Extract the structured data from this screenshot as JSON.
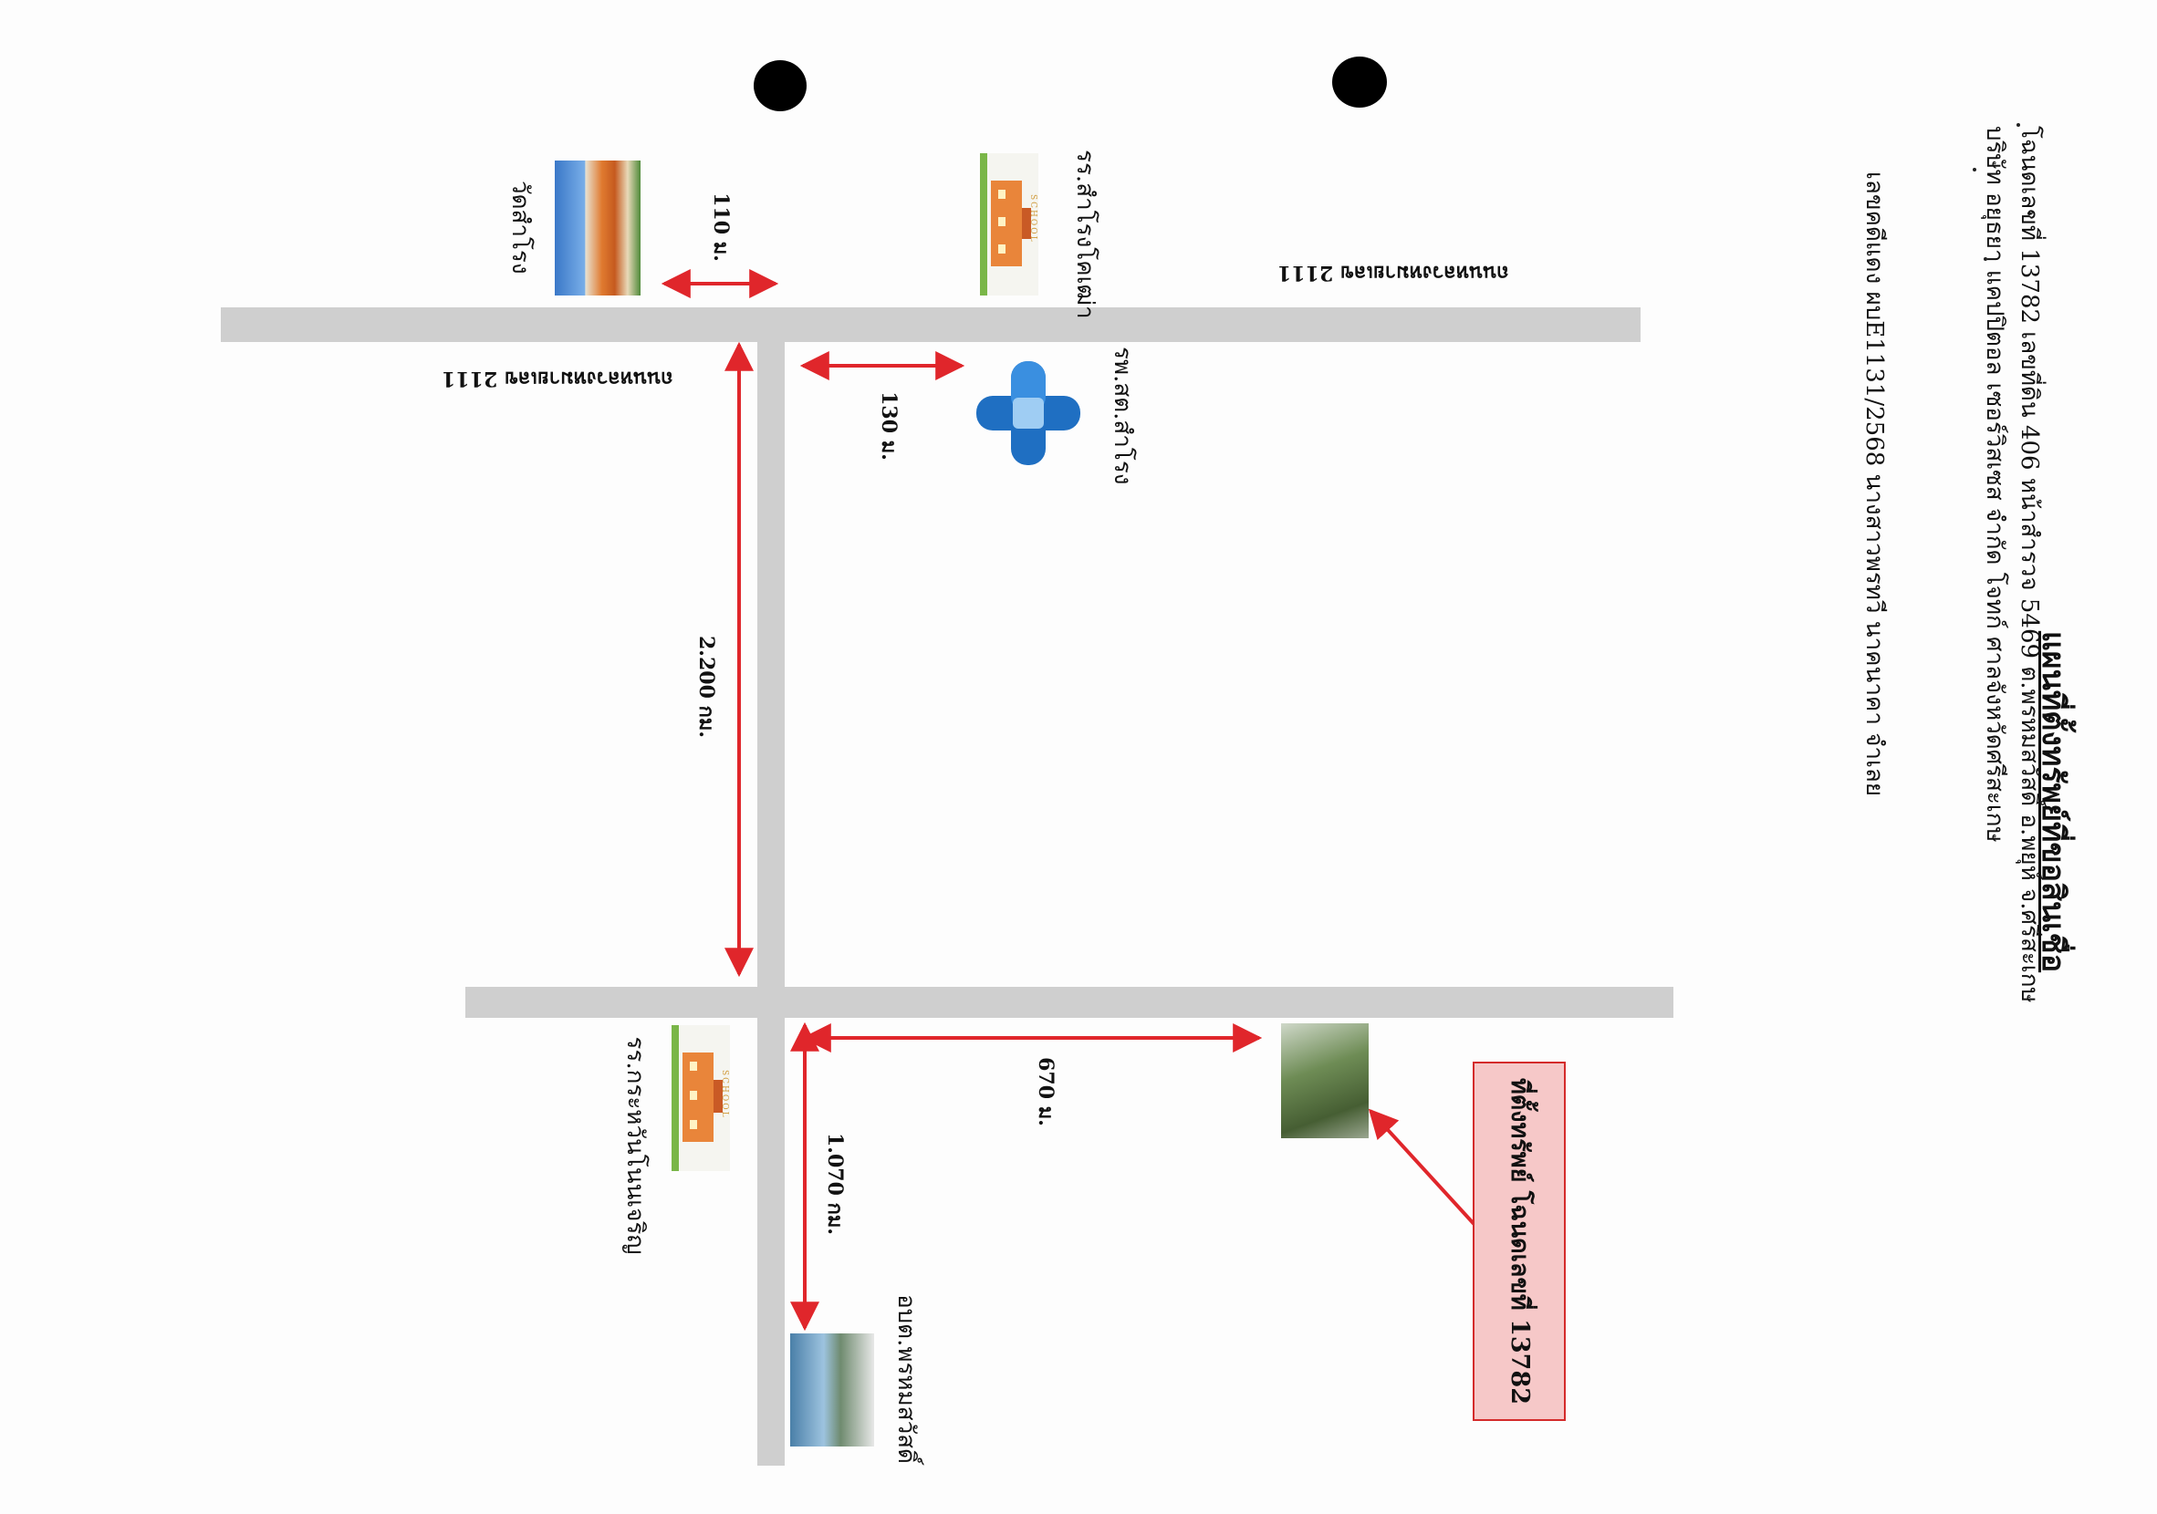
{
  "map_title": "แผนที่ตั้งทรัพย์ที่ขอสินเชื่อ",
  "info": {
    "line1": "โฉนดเลขที่ 13782 เลขที่ดิน 406 หน้าสำรวจ 5469 ต.พรหมสวัสดิ์ อ.พยุห์ จ.ศรีสะเกษ",
    "line2": "บริษัท อยุธยา แคปปิตอล เซอร์วิสเซส จำกัด  โจทก์ ศาลจังหวัดศรีสะเกษ",
    "line3": "เลขคดีแดง ผบE1131/2568  นางสาวพรทวี นาคนาคา  จำเลย"
  },
  "roads": {
    "top_road_label": "ถนนหลวงหมายเลข 2111",
    "left_road_label": "ถนนหลวงหมายเลข 2111"
  },
  "places": {
    "school_1": "รร.สำโรงโคเฒ่า",
    "temple": "วัดสำโรง",
    "hospital": "รพ.สต.สำโรง",
    "school_2": "รร.กระหวันโนนเจริญ",
    "office": "อบต.พรหมสวัสดิ์",
    "school_sign": "SCHOOL"
  },
  "distances": {
    "temple_distance": "110 ม.",
    "hospital_distance": "130 ม.",
    "road_distance": "2.200 กม.",
    "parcel_distance": "670 ม.",
    "office_distance": "1.070 กม."
  },
  "parcel_label": "ที่ตั้งทรัพย์ โฉนดเลขที่ 13782",
  "colors": {
    "road": "#cfcfcf",
    "arrow": "#e0262b",
    "parcel_box_fill": "#f6c8c8",
    "parcel_box_border": "#d42b2b",
    "hospital_blue": "#1f6fc2"
  }
}
